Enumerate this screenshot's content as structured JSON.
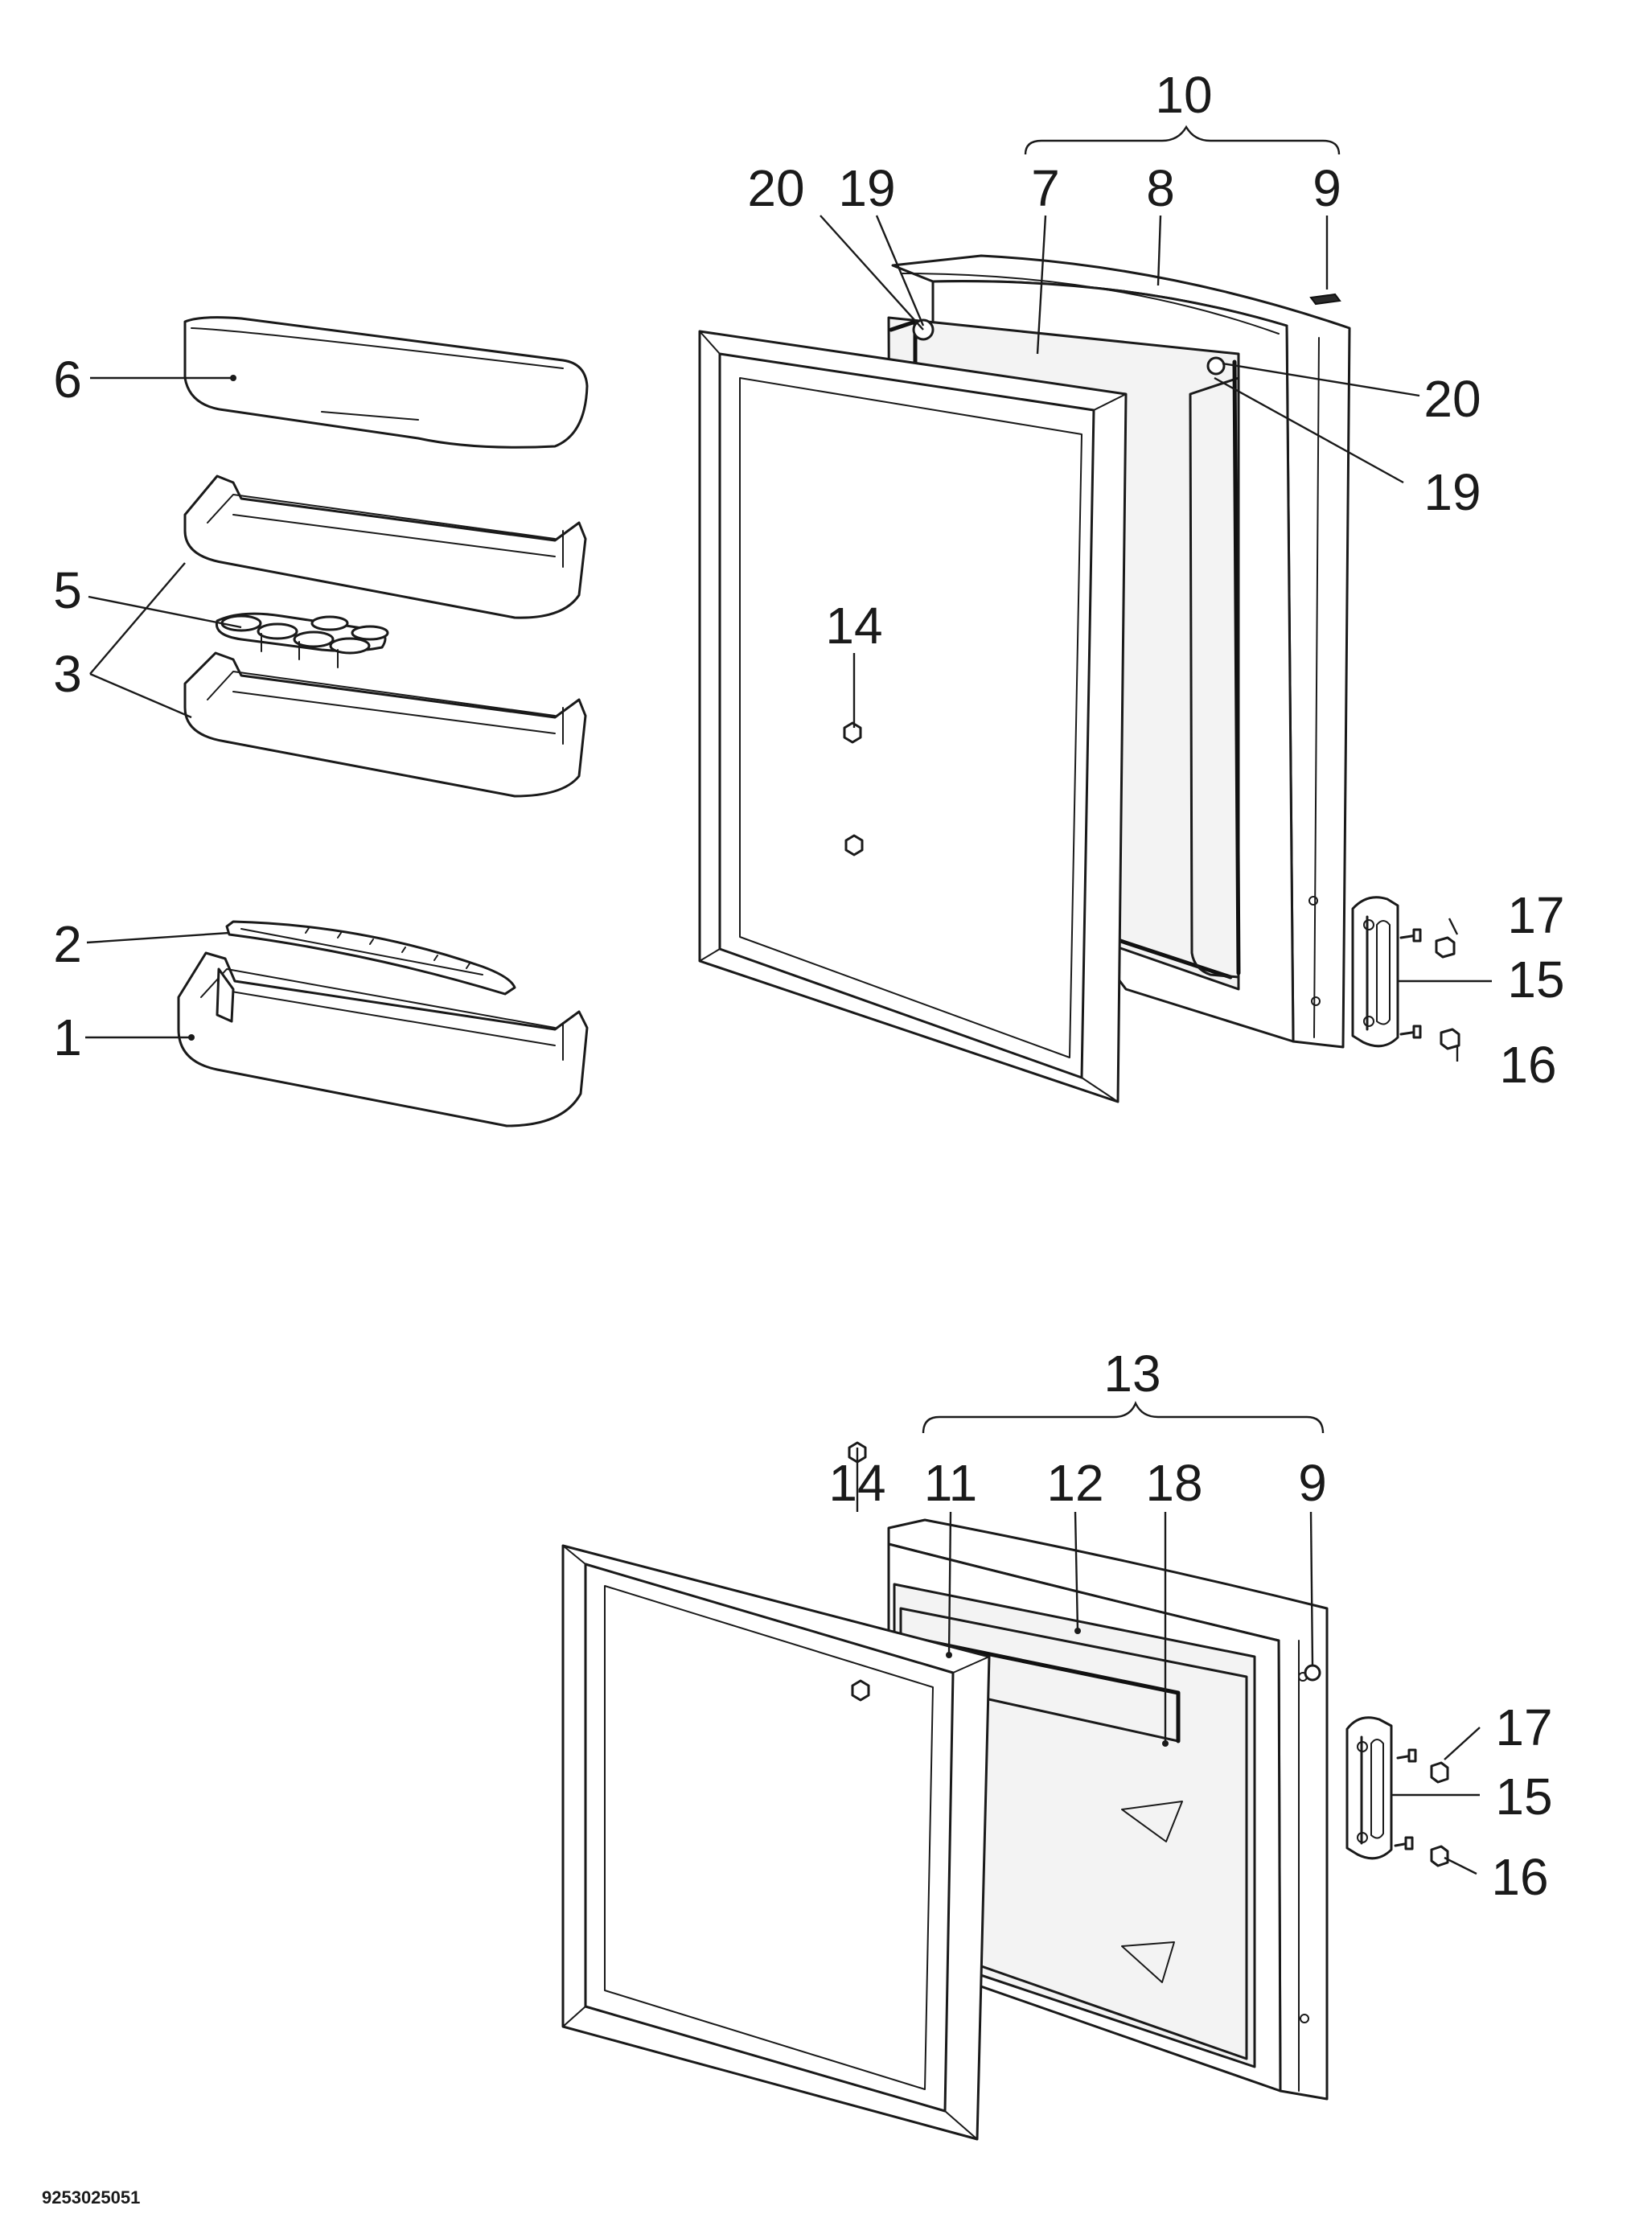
{
  "callouts": {
    "c10": "10",
    "c20a": "20",
    "c19a": "19",
    "c7": "7",
    "c8": "8",
    "c9a": "9",
    "c20b": "20",
    "c19b": "19",
    "c6": "6",
    "c5": "5",
    "c3": "3",
    "c14a": "14",
    "c2": "2",
    "c1": "1",
    "c17a": "17",
    "c15a": "15",
    "c16a": "16",
    "c13": "13",
    "c14b": "14",
    "c11": "11",
    "c12": "12",
    "c18": "18",
    "c9b": "9",
    "c17b": "17",
    "c15b": "15",
    "c16b": "16"
  },
  "footer": {
    "code": "9253025051"
  },
  "colors": {
    "ink": "#1a1a1a",
    "paper": "#ffffff"
  }
}
